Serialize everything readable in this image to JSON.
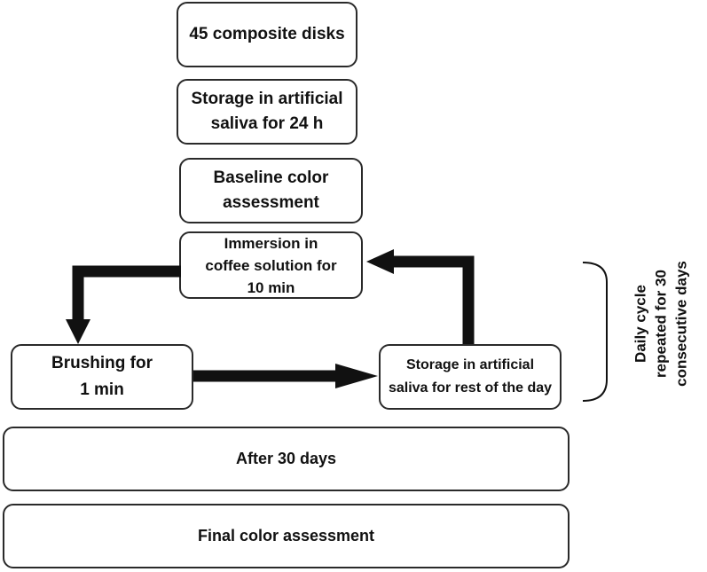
{
  "steps": {
    "disks": "45 composite disks",
    "storage_1": [
      "Storage in artificial",
      "saliva for 24 h"
    ],
    "baseline": [
      "Baseline color",
      "assessment"
    ],
    "immersion": [
      "Immersion in",
      "coffee solution for",
      "10 min"
    ],
    "brushing": [
      "Brushing for",
      "1 min"
    ],
    "storage_2": [
      "Storage in artificial",
      "saliva for rest of the day"
    ],
    "after": "After 30 days",
    "final": "Final color assessment"
  },
  "cycle_label": [
    "Daily cycle",
    "repeated for 30",
    "consecutive days"
  ],
  "colors": {
    "arrow": "#111111",
    "border": "#2a2a2a"
  }
}
